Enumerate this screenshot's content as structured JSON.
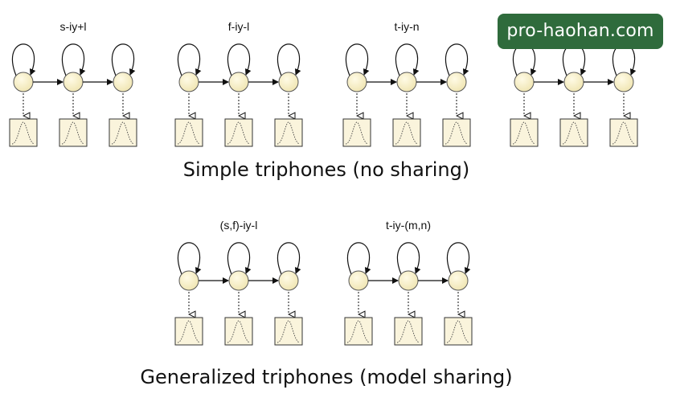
{
  "colors": {
    "state_fill": "#f7f0c8",
    "state_stroke": "#555555",
    "box_fill": "#faf4dc",
    "ink": "#111111",
    "watermark_bg": "#2f6b3c"
  },
  "simple": {
    "caption": "Simple triphones (no sharing)",
    "models": [
      {
        "label": "s-iy+l",
        "states": 3
      },
      {
        "label": "f-iy-l",
        "states": 3
      },
      {
        "label": "t-iy-n",
        "states": 3
      },
      {
        "label": "",
        "states": 3
      }
    ]
  },
  "generalized": {
    "caption": "Generalized triphones (model sharing)",
    "models": [
      {
        "label": "(s,f)-iy-l",
        "states": 3
      },
      {
        "label": "t-iy-(m,n)",
        "states": 3
      }
    ]
  },
  "watermark": {
    "text": "pro-haohan.com"
  }
}
